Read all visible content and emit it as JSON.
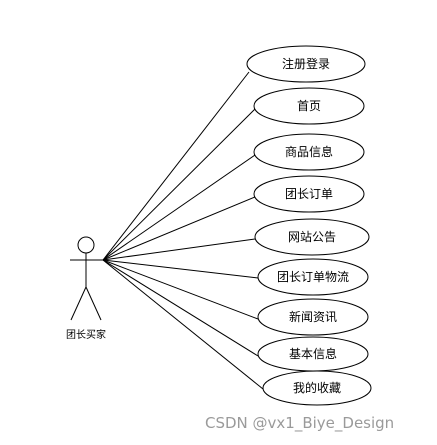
{
  "actor": {
    "label": "团长买家"
  },
  "use_cases": [
    {
      "label": "注册登录"
    },
    {
      "label": "首页"
    },
    {
      "label": "商品信息"
    },
    {
      "label": "团长订单"
    },
    {
      "label": "网站公告"
    },
    {
      "label": "团长订单物流"
    },
    {
      "label": "新闻资讯"
    },
    {
      "label": "基本信息"
    },
    {
      "label": "我的收藏"
    }
  ],
  "watermark": "CSDN @vx1_Biye_Design"
}
